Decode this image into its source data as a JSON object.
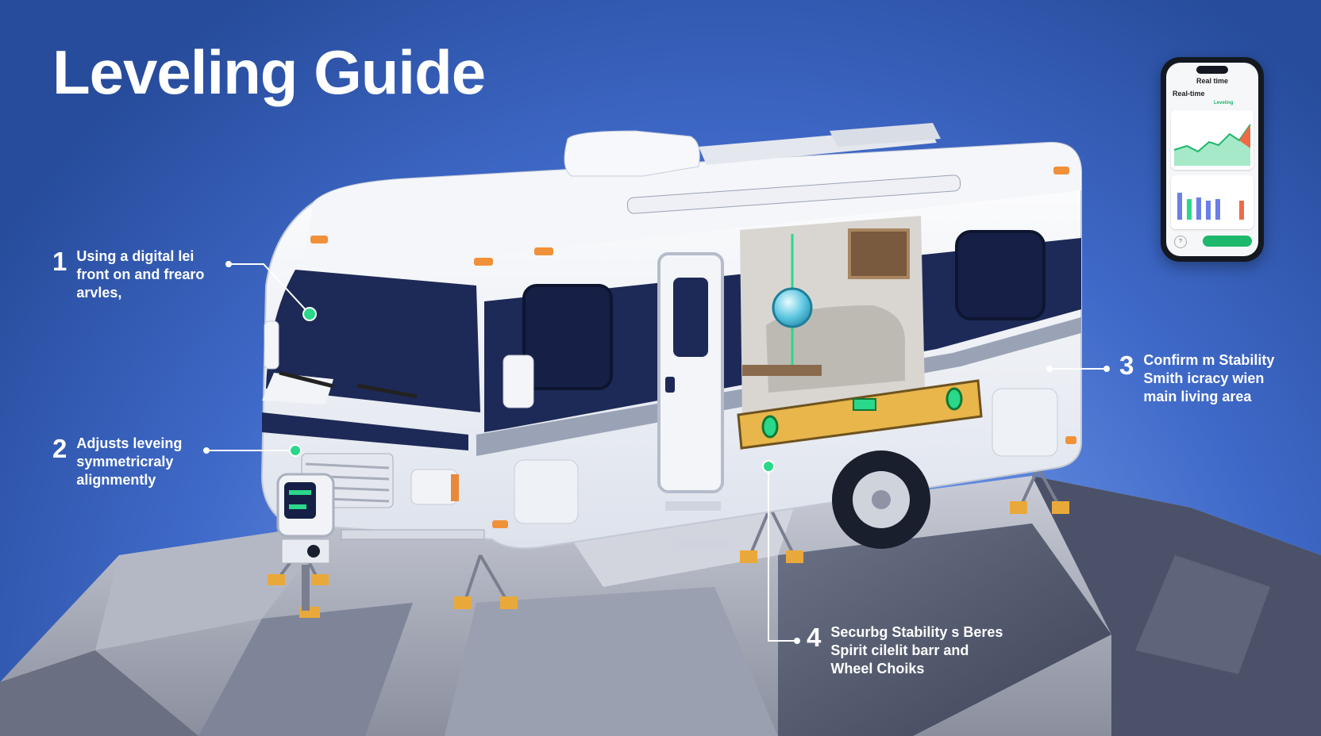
{
  "title": "Leveling Guide",
  "callouts": [
    {
      "num": "1",
      "lines": [
        "Using a digital lei",
        "front on and frearo",
        "arvles,"
      ]
    },
    {
      "num": "2",
      "lines": [
        "Adjusts leveing",
        "symmetricraly",
        "alignmently"
      ]
    },
    {
      "num": "3",
      "lines": [
        "Confirm m Stability",
        "Smith icracy wien",
        "main living area"
      ]
    },
    {
      "num": "4",
      "lines": [
        "Securbg Stability s Beres",
        "Spirit cilelit barr and",
        "Wheel Choiks"
      ]
    }
  ],
  "phone": {
    "title": "Real time",
    "subtitle": "Real-time",
    "label": "Leveling"
  },
  "colors": {
    "accent": "#2ad88a",
    "navy": "#1d2a57",
    "level": "#e8b64a",
    "background": "#3f69c8"
  }
}
